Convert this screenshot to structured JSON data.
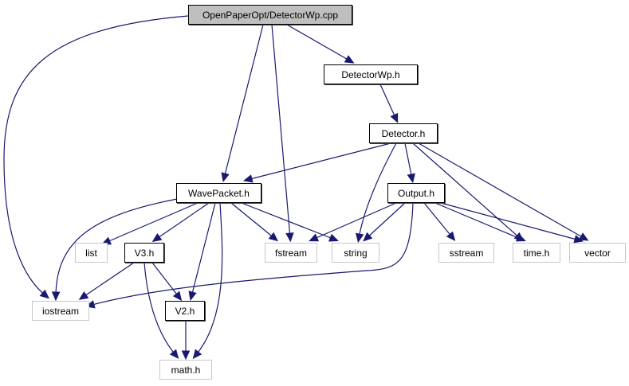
{
  "graph": {
    "title": "OpenPaperOpt/DetectorWp.cpp include dependency graph",
    "edge_color": "#191970",
    "nodes": [
      {
        "id": "root",
        "label": "OpenPaperOpt/DetectorWp.cpp",
        "kind": "root"
      },
      {
        "id": "detectorwp_h",
        "label": "DetectorWp.h",
        "kind": "local"
      },
      {
        "id": "detector_h",
        "label": "Detector.h",
        "kind": "local"
      },
      {
        "id": "wavepacket_h",
        "label": "WavePacket.h",
        "kind": "local"
      },
      {
        "id": "output_h",
        "label": "Output.h",
        "kind": "local"
      },
      {
        "id": "list",
        "label": "list",
        "kind": "system"
      },
      {
        "id": "v3_h",
        "label": "V3.h",
        "kind": "local"
      },
      {
        "id": "fstream",
        "label": "fstream",
        "kind": "system"
      },
      {
        "id": "string",
        "label": "string",
        "kind": "system"
      },
      {
        "id": "sstream",
        "label": "sstream",
        "kind": "system"
      },
      {
        "id": "time_h",
        "label": "time.h",
        "kind": "system"
      },
      {
        "id": "vector",
        "label": "vector",
        "kind": "system"
      },
      {
        "id": "iostream",
        "label": "iostream",
        "kind": "system"
      },
      {
        "id": "v2_h",
        "label": "V2.h",
        "kind": "local"
      },
      {
        "id": "math_h",
        "label": "math.h",
        "kind": "system"
      }
    ],
    "edges": [
      [
        "root",
        "iostream"
      ],
      [
        "root",
        "wavepacket_h"
      ],
      [
        "root",
        "fstream"
      ],
      [
        "root",
        "detectorwp_h"
      ],
      [
        "detectorwp_h",
        "detector_h"
      ],
      [
        "detector_h",
        "wavepacket_h"
      ],
      [
        "detector_h",
        "string"
      ],
      [
        "detector_h",
        "output_h"
      ],
      [
        "detector_h",
        "time_h"
      ],
      [
        "detector_h",
        "vector"
      ],
      [
        "wavepacket_h",
        "iostream"
      ],
      [
        "wavepacket_h",
        "list"
      ],
      [
        "wavepacket_h",
        "v3_h"
      ],
      [
        "wavepacket_h",
        "v2_h"
      ],
      [
        "wavepacket_h",
        "math_h"
      ],
      [
        "wavepacket_h",
        "fstream"
      ],
      [
        "wavepacket_h",
        "string"
      ],
      [
        "output_h",
        "fstream"
      ],
      [
        "output_h",
        "string"
      ],
      [
        "output_h",
        "iostream"
      ],
      [
        "output_h",
        "sstream"
      ],
      [
        "output_h",
        "time_h"
      ],
      [
        "output_h",
        "vector"
      ],
      [
        "v3_h",
        "iostream"
      ],
      [
        "v3_h",
        "v2_h"
      ],
      [
        "v3_h",
        "math_h"
      ],
      [
        "v2_h",
        "math_h"
      ]
    ]
  }
}
